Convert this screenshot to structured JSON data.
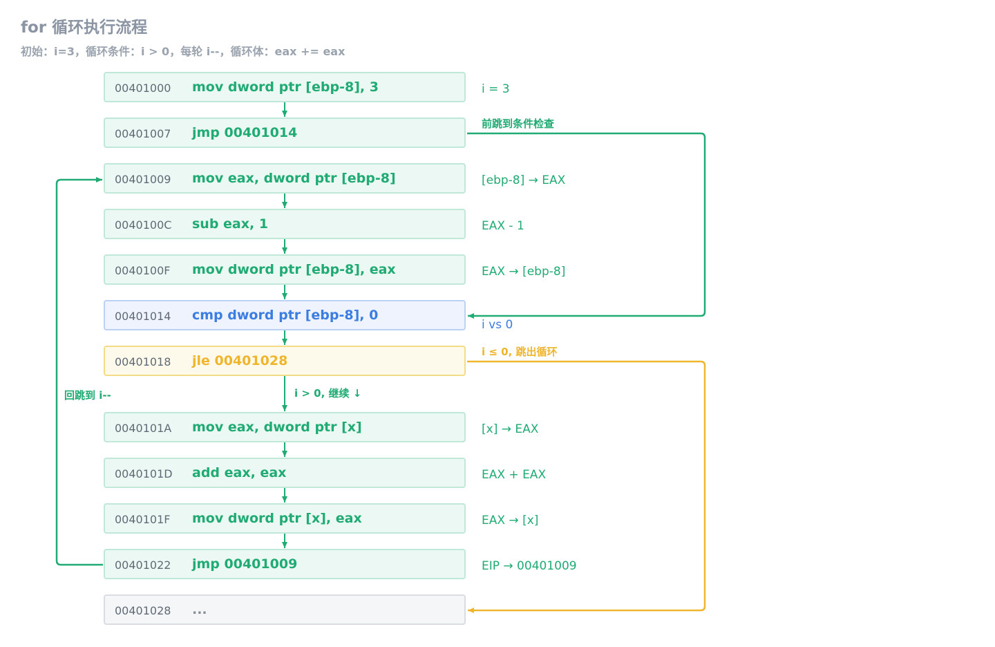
{
  "title": "for 循环执行流程",
  "subtitle": "初始：i=3，循环条件：i > 0，每轮 i--，循环体：eax += eax",
  "rows": [
    {
      "addr": "00401000",
      "instr": "mov dword ptr [ebp-8], 3",
      "note": "i = 3",
      "style": "green"
    },
    {
      "addr": "00401007",
      "instr": "jmp 00401014",
      "note": "",
      "style": "green"
    },
    {
      "addr": "00401009",
      "instr": "mov eax, dword ptr [ebp-8]",
      "note": "[ebp-8] → EAX",
      "style": "green"
    },
    {
      "addr": "0040100C",
      "instr": "sub eax, 1",
      "note": "EAX - 1",
      "style": "green"
    },
    {
      "addr": "0040100F",
      "instr": "mov dword ptr [ebp-8], eax",
      "note": "EAX → [ebp-8]",
      "style": "green"
    },
    {
      "addr": "00401014",
      "instr": "cmp dword ptr [ebp-8], 0",
      "note": "i vs 0",
      "style": "blue"
    },
    {
      "addr": "00401018",
      "instr": "jle 00401028",
      "note": "",
      "style": "yellow"
    },
    {
      "addr": "0040101A",
      "instr": "mov eax, dword ptr [x]",
      "note": "[x] → EAX",
      "style": "green"
    },
    {
      "addr": "0040101D",
      "instr": "add eax, eax",
      "note": "EAX + EAX",
      "style": "green"
    },
    {
      "addr": "0040101F",
      "instr": "mov dword ptr [x], eax",
      "note": "EAX → [x]",
      "style": "green"
    },
    {
      "addr": "00401022",
      "instr": "jmp 00401009",
      "note": "EIP → 00401009",
      "style": "green"
    },
    {
      "addr": "00401028",
      "instr": "...",
      "note": "",
      "style": "gray"
    }
  ],
  "labels": {
    "forward_jump": "前跳到条件检查",
    "exit_loop": "i ≤ 0, 跳出循环",
    "continue": "i > 0, 继续 ↓",
    "back_jump": "回跳到 i--"
  },
  "colors": {
    "green": "#1fab73",
    "blue": "#3b7de1",
    "yellow": "#efb52c",
    "gray": "#8b9098"
  }
}
